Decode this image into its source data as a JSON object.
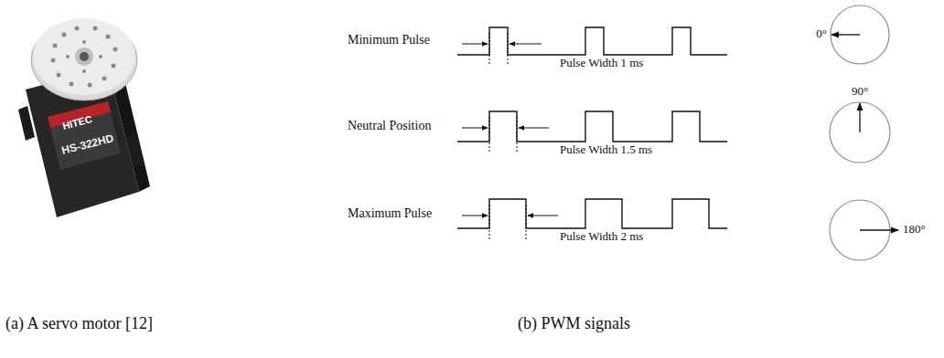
{
  "diagram": {
    "labels": [
      "HITEC",
      "HS-322HD",
      "Minimum Pulse",
      "Pulse Width 1 ms",
      "0°",
      "Neutral Position",
      "Pulse Width 1.5 ms",
      "90°",
      "Maximum Pulse",
      "Pulse Width 2 ms",
      "180°",
      "(a) A servo motor [12]",
      "(b) PWM signals"
    ]
  }
}
